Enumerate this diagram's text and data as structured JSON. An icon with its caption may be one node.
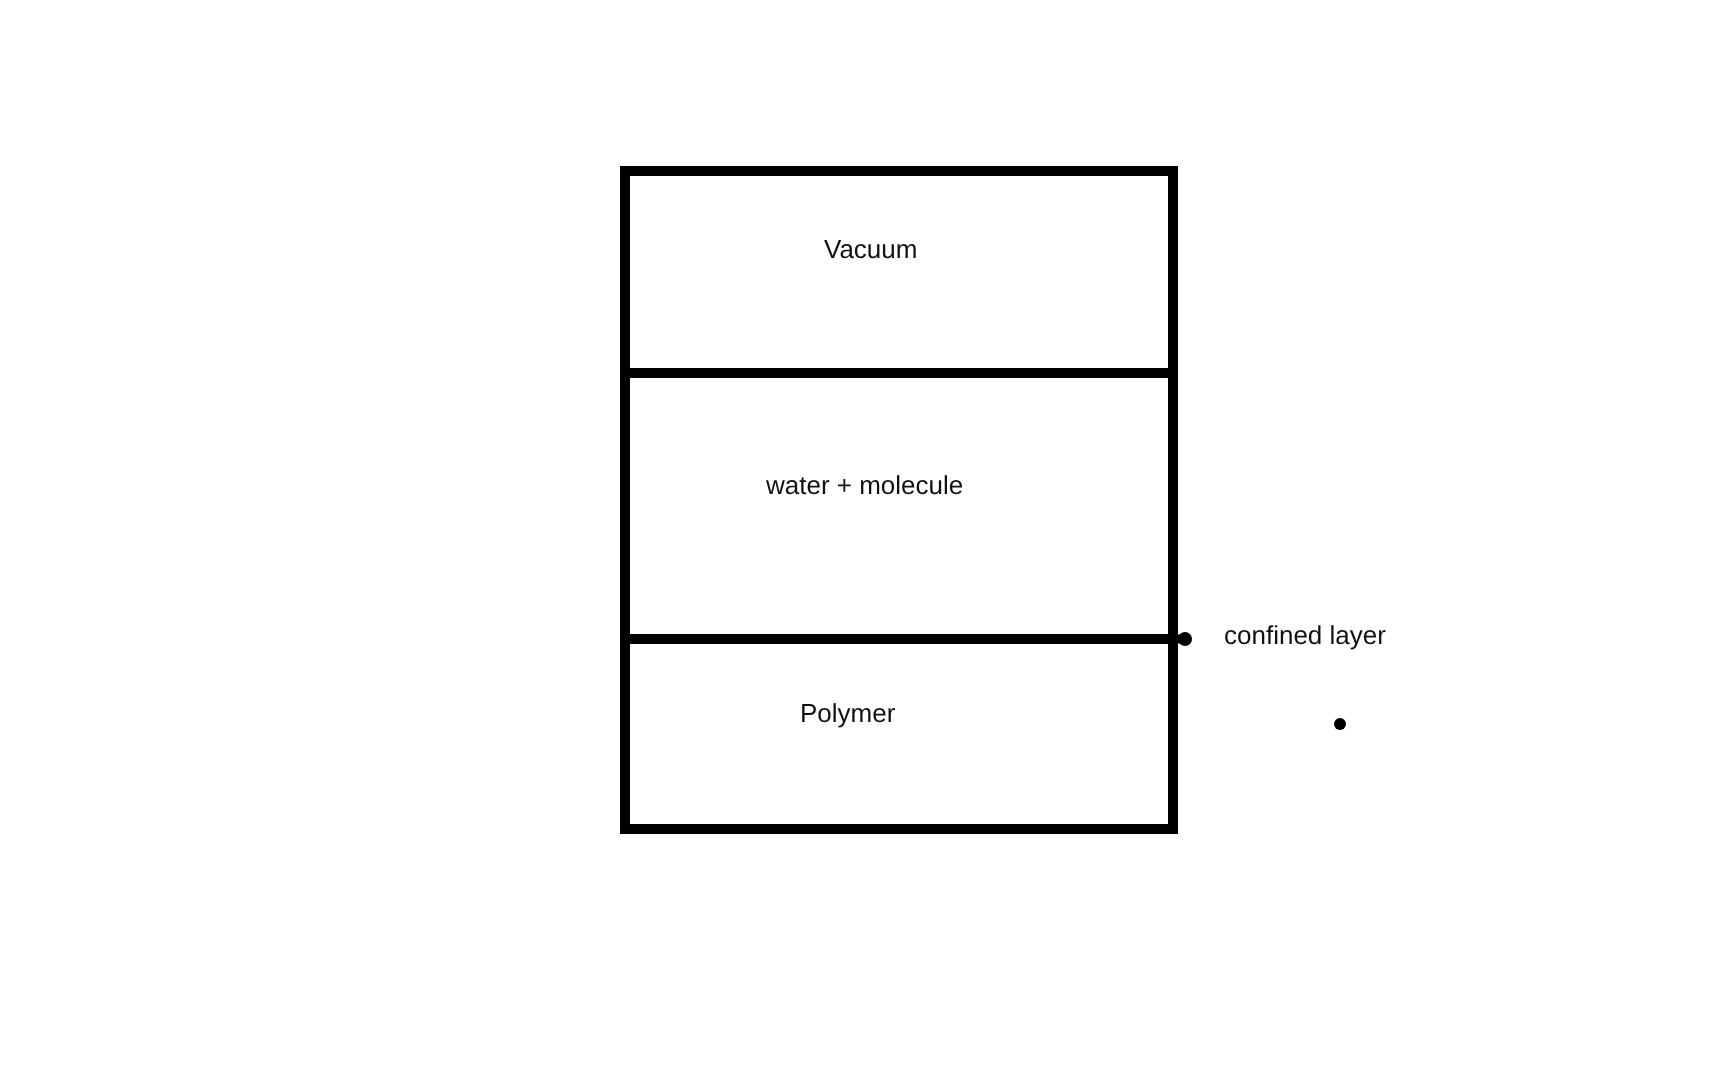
{
  "diagram": {
    "nodes": [
      {
        "text": [
          "Vacuum"
        ]
      },
      {
        "text": [
          "water + molecule"
        ]
      },
      {
        "text": [
          "Polymer"
        ]
      }
    ],
    "labels": [
      "confined layer"
    ]
  }
}
